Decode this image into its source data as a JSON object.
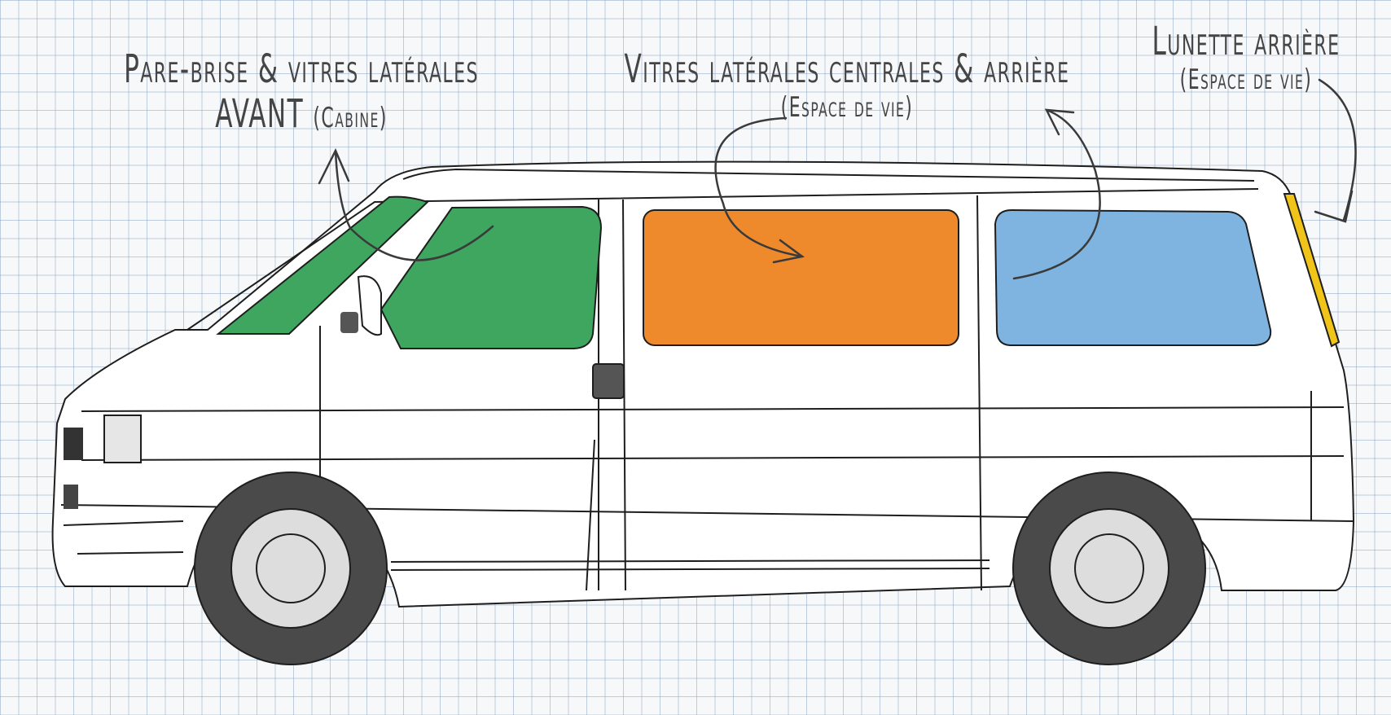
{
  "labels": {
    "front": {
      "line1": "Pare-brise & vitres latérales",
      "line2": "AVANT",
      "line2_note": "(Cabine)"
    },
    "middle": {
      "line1": "Vitres latérales centrales & arrière",
      "line2": "(Espace de vie)"
    },
    "rear": {
      "line1": "Lunette arrière",
      "line2": "(Espace de vie)"
    }
  },
  "colors": {
    "front_glass": "#3fa65f",
    "middle_glass": "#ef8a2c",
    "rear_side_glass": "#7fb3e0",
    "rear_window": "#f0c419",
    "tyre": "#4a4a4a",
    "outline": "#1e1e1e"
  }
}
